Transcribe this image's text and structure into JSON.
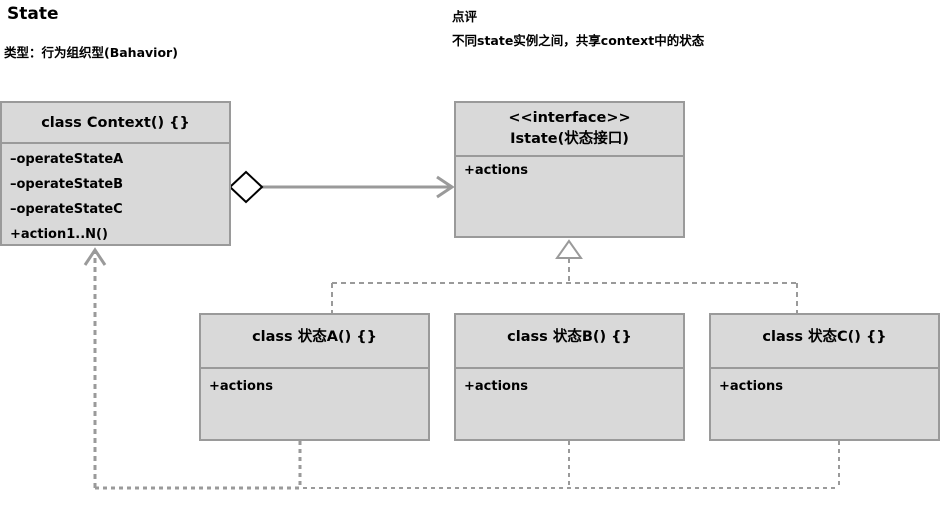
{
  "header": {
    "title": "State",
    "subtitle": "类型：行为组织型(Bahavior)"
  },
  "note": {
    "title": "点评",
    "text": "不同state实例之间，共享context中的状态"
  },
  "context_class": {
    "name": "class Context() {}",
    "members": [
      "–operateStateA",
      "–operateStateB",
      "–operateStateC",
      "+action1..N()"
    ]
  },
  "interface": {
    "stereotype": "<<interface>>",
    "name": "Istate(状态接口)",
    "members": [
      "+actions"
    ]
  },
  "concrete_states": [
    {
      "name": "class 状态A() {}",
      "members": [
        "+actions"
      ]
    },
    {
      "name": "class 状态B() {}",
      "members": [
        "+actions"
      ]
    },
    {
      "name": "class 状态C() {}",
      "members": [
        "+actions"
      ]
    }
  ],
  "colors": {
    "box_fill": "#d9d9d9",
    "box_border": "#9a9a9a",
    "connector": "#9a9a9a"
  }
}
